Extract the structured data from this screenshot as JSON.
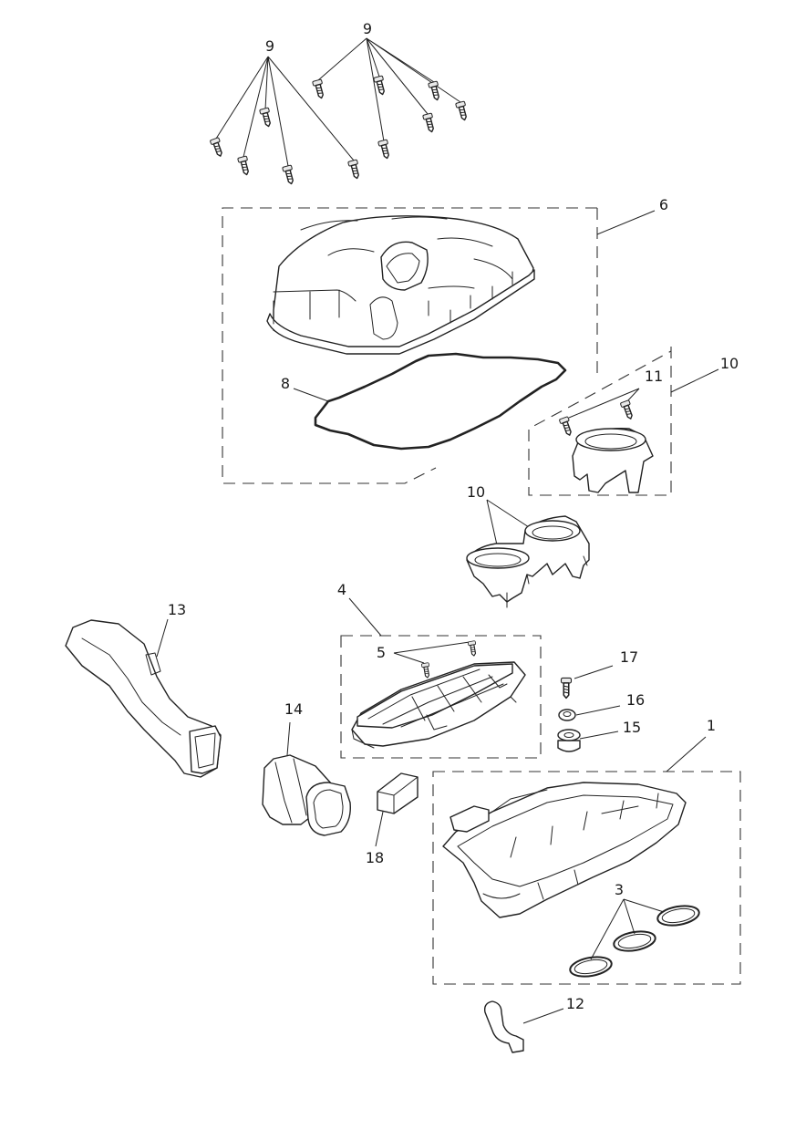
{
  "diagram": {
    "callouts": [
      {
        "id": "c9a",
        "text": "9"
      },
      {
        "id": "c9b",
        "text": "9"
      },
      {
        "id": "c6",
        "text": "6"
      },
      {
        "id": "c8",
        "text": "8"
      },
      {
        "id": "c10a",
        "text": "10"
      },
      {
        "id": "c11",
        "text": "11"
      },
      {
        "id": "c10b",
        "text": "10"
      },
      {
        "id": "c13",
        "text": "13"
      },
      {
        "id": "c4",
        "text": "4"
      },
      {
        "id": "c5",
        "text": "5"
      },
      {
        "id": "c17",
        "text": "17"
      },
      {
        "id": "c16",
        "text": "16"
      },
      {
        "id": "c15",
        "text": "15"
      },
      {
        "id": "c14",
        "text": "14"
      },
      {
        "id": "c1",
        "text": "1"
      },
      {
        "id": "c18",
        "text": "18"
      },
      {
        "id": "c3",
        "text": "3"
      },
      {
        "id": "c12",
        "text": "12"
      }
    ]
  }
}
